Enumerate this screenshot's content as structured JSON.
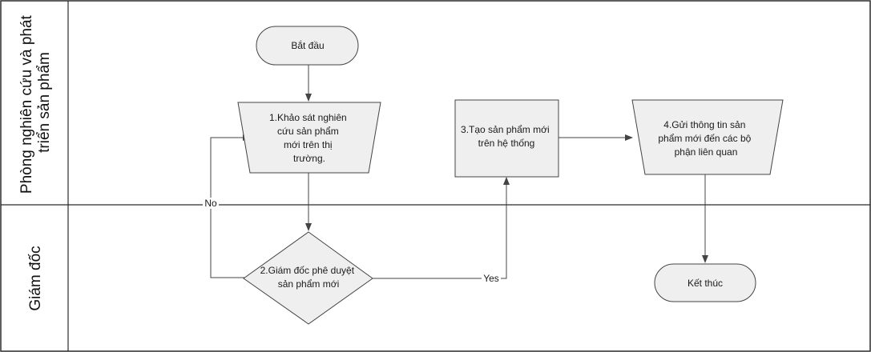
{
  "lanes": [
    {
      "label_lines": [
        "Phòng nghiên cứu và phát",
        "triển sản phẩm"
      ]
    },
    {
      "label_lines": [
        "Giám đốc"
      ]
    }
  ],
  "nodes": {
    "start": {
      "lines": [
        "Bắt đầu"
      ]
    },
    "step1": {
      "lines": [
        "1.Khảo sát nghiên",
        "cứu sản phẩm",
        "mới trên thị",
        "trường."
      ]
    },
    "step2": {
      "lines": [
        "2.Giám đốc phê duyệt",
        "sản phẩm mới"
      ]
    },
    "step3": {
      "lines": [
        "3.Tạo sản phẩm mới",
        "trên hệ thống"
      ]
    },
    "step4": {
      "lines": [
        "4.Gửi thông tin sản",
        "phẩm mới đến các bộ",
        "phận liên quan"
      ]
    },
    "end": {
      "lines": [
        "Kết thúc"
      ]
    }
  },
  "edges": {
    "no_label": "No",
    "yes_label": "Yes"
  },
  "colors": {
    "shape_fill": "#efefef",
    "stroke": "#444444",
    "lane_border": "#2b2b2b"
  }
}
